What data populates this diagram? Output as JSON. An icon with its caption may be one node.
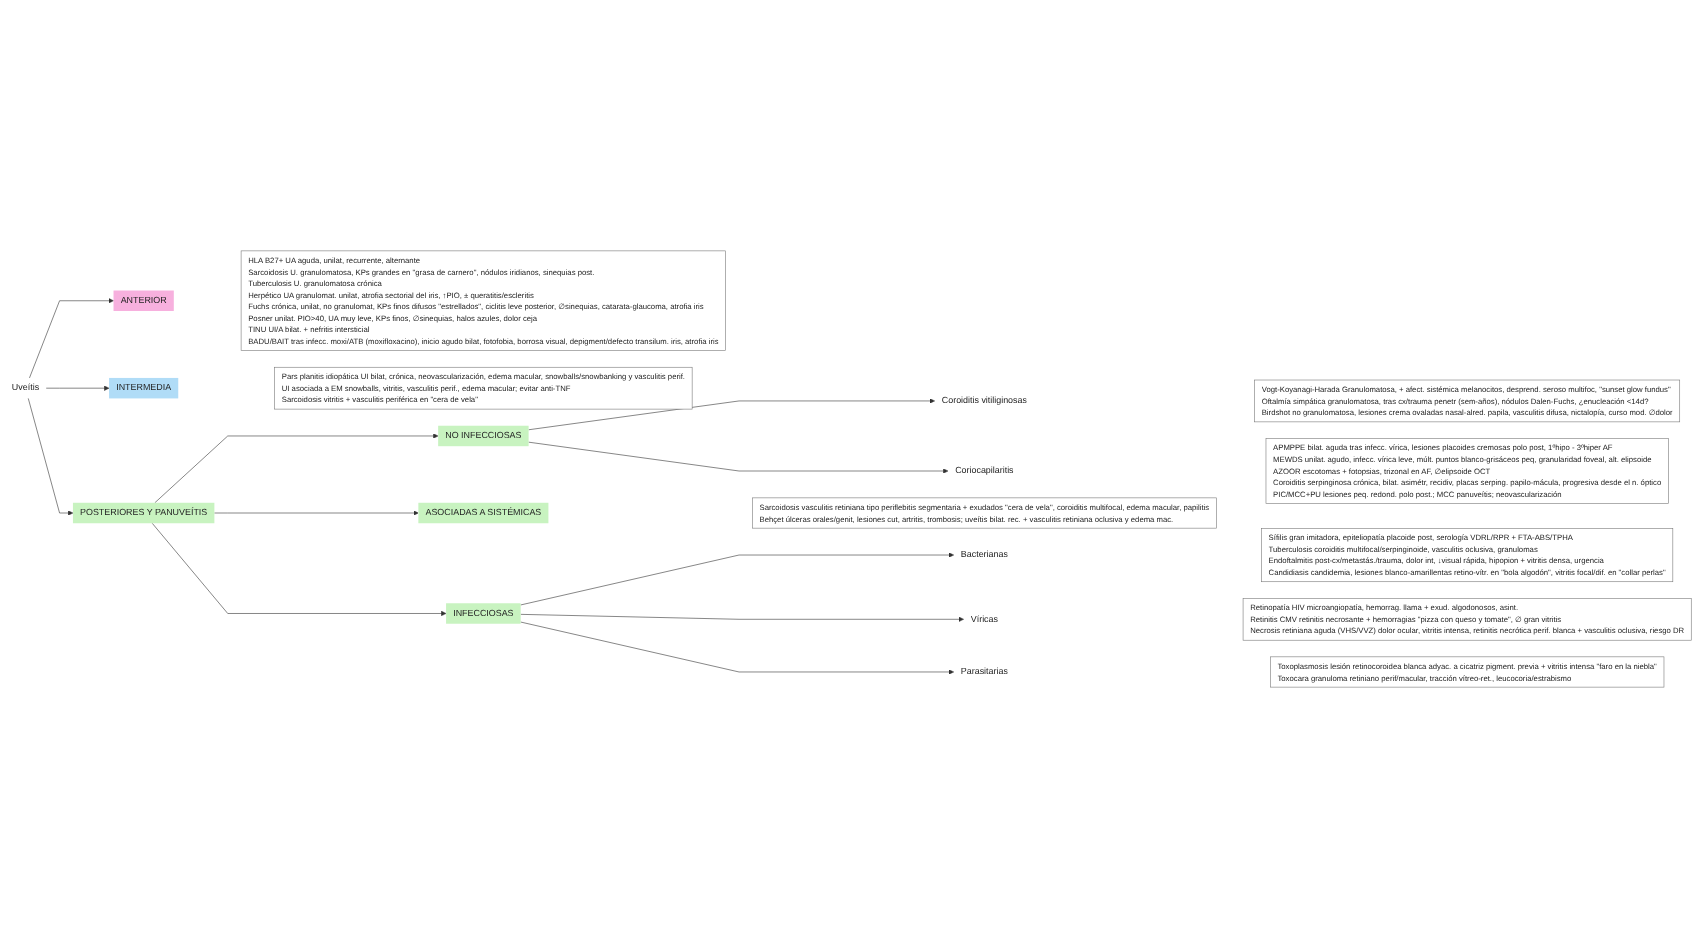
{
  "diagram": {
    "nodes": [
      {
        "text": [
          "Uveítis"
        ]
      },
      {
        "text": [
          "ANTERIOR"
        ],
        "beside": [
          "HLA B27+ UA aguda, unilat, recurrente, alternante",
          "Sarcoidosis U. granulomatosa, KPs grandes en \"grasa de carnero\", nódulos iridianos, sinequias post.",
          "Tuberculosis U. granulomatosa crónica",
          "Herpético UA granulomat. unilat, atrofia sectorial del iris, ↑PIO, ± queratitis/escleritis",
          "Fuchs crónica, unilat, no granulomat, KPs finos difusos \"estrellados\", ciclitis leve posterior, ∅sinequias, catarata-glaucoma, atrofia iris",
          "Posner unilat. PIO>40, UA muy leve, KPs finos, ∅sinequias, halos azules, dolor ceja",
          "TINU UI/A bilat. + nefritis intersticial",
          "BADU/BAIT tras infecc. moxi/ATB (moxifloxacino), inicio agudo bilat, fotofobia, borrosa visual, depigment/defecto transilum. iris, atrofia iris"
        ]
      },
      {
        "text": [
          "INTERMEDIA"
        ],
        "beside": [
          "Pars planitis idiopática UI bilat, crónica, neovascularización, edema macular, snowballs/snowbanking y vasculitis perif.",
          "UI asociada a EM snowballs, vitritis, vasculitis perif., edema macular; evitar anti-TNF",
          "Sarcoidosis vitritis + vasculitis periférica en \"cera de vela\""
        ]
      },
      {
        "text": [
          "POSTERIORES Y PANUVEÍTIS"
        ]
      },
      {
        "text": [
          "NO INFECCIOSAS"
        ]
      },
      {
        "text": [
          "Coroiditis vitiliginosas"
        ],
        "beside": [
          "Vogt-Koyanagi-Harada Granulomatosa, + afect. sistémica melanocitos, desprend. seroso multifoc, \"sunset glow fundus\"",
          "Oftalmía simpática granulomatosa, tras cx/trauma penetr (sem-años), nódulos Dalen-Fuchs, ¿enucleación <14d?",
          "Birdshot no granulomatosa, lesiones crema ovaladas nasal-alred. papila, vasculitis difusa, nictalopía, curso mod. ∅dolor"
        ]
      },
      {
        "text": [
          "Coriocapilaritis"
        ],
        "beside": [
          "APMPPE bilat. aguda tras infecc. vírica, lesiones placoides cremosas polo post, 1ºhipo - 3ºhiper AF",
          "MEWDS unilat. agudo, infecc. vírica leve, múlt. puntos blanco-grisáceos peq, granularidad foveal, alt. elipsoide",
          "AZOOR escotomas + fotopsias, trizonal en AF, ∅elipsoide OCT",
          "Coroiditis serpinginosa crónica, bilat. asimétr, recidiv, placas serping. papilo-mácula, progresiva desde el n. óptico",
          "PIC/MCC+PU lesiones peq. redond. polo post.; MCC panuveítis; neovascularización"
        ]
      },
      {
        "text": [
          "ASOCIADAS A SISTÉMICAS"
        ],
        "beside": [
          "Sarcoidosis vasculitis retiniana tipo periflebitis segmentaria + exudados \"cera de vela\", coroiditis multifocal, edema macular, papilitis",
          "Behçet úlceras orales/genit, lesiones cut, artritis, trombosis; uveítis bilat. rec. + vasculitis retiniana oclusiva y edema mac."
        ]
      },
      {
        "text": [
          "INFECCIOSAS"
        ]
      },
      {
        "text": [
          "Bacterianas"
        ],
        "beside": [
          "Sífilis gran imitadora, epiteliopatía placoide post, serología VDRL/RPR + FTA-ABS/TPHA",
          "Tuberculosis coroiditis multifocal/serpinginoide, vasculitis oclusiva, granulomas",
          "Endoftalmitis post-cx/metastás./trauma, dolor int, ↓visual rápida, hipopion + vitritis densa, urgencia",
          "Candidiasis candidemia, lesiones blanco-amarillentas retino-vítr. en \"bola algodón\", vitritis focal/dif. en \"collar perlas\""
        ]
      },
      {
        "text": [
          "Víricas"
        ],
        "beside": [
          "Retinopatía HIV microangiopatía, hemorrag. llama + exud. algodonosos, asint.",
          "Retinitis CMV retinitis necrosante + hemorragias \"pizza con queso y tomate\", ∅ gran vitritis",
          "Necrosis retiniana aguda (VHS/VVZ) dolor ocular, vitritis intensa, retinitis necrótica perif. blanca + vasculitis oclusiva, riesgo DR"
        ]
      },
      {
        "text": [
          "Parasitarias"
        ],
        "beside": [
          "Toxoplasmosis lesión retinocoroidea blanca adyac. a cicatriz pigment. previa + vitritis intensa \"faro en la niebla\"",
          "Toxocara granuloma retiniano perif/macular, tracción vítreo-ret., leucocoria/estrabismo"
        ]
      }
    ],
    "edges": [
      {
        "from": 0,
        "to": 1,
        "arrow": "to"
      },
      {
        "from": 0,
        "to": 2,
        "arrow": "to"
      },
      {
        "from": 0,
        "to": 3,
        "arrow": "to"
      },
      {
        "from": 3,
        "to": 4,
        "arrow": "to"
      },
      {
        "from": 3,
        "to": 7,
        "arrow": "to"
      },
      {
        "from": 3,
        "to": 8,
        "arrow": "to"
      },
      {
        "from": 4,
        "to": 5,
        "arrow": "to"
      },
      {
        "from": 4,
        "to": 6,
        "arrow": "to"
      },
      {
        "from": 8,
        "to": 9,
        "arrow": "to"
      },
      {
        "from": 8,
        "to": 10,
        "arrow": "to"
      },
      {
        "from": 8,
        "to": 11,
        "arrow": "to"
      }
    ]
  }
}
